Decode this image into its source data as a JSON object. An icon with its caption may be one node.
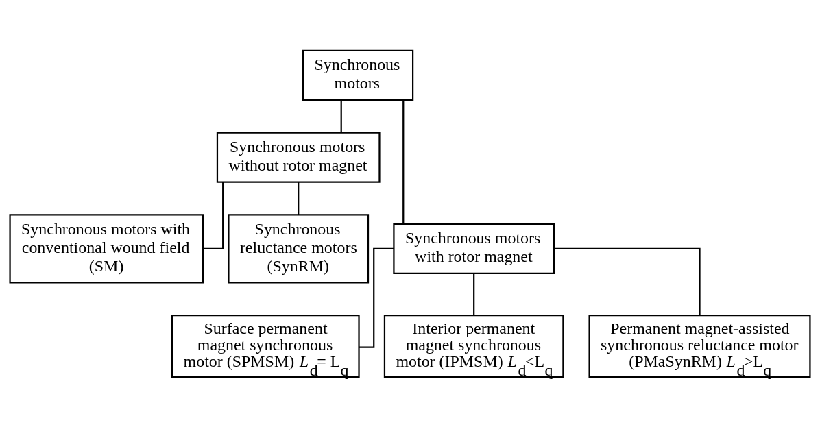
{
  "diagram": {
    "nodes": [
      {
        "text": [
          "Synchronous motors"
        ]
      },
      {
        "text": [
          "Synchronous motors without rotor magnet"
        ]
      },
      {
        "text": [
          "Synchronous motors with rotor magnet"
        ]
      },
      {
        "text": [
          "Synchronous motors with conventional wound field (SM)"
        ]
      },
      {
        "text": [
          "Synchronous reluctance motors (SynRM)"
        ]
      },
      {
        "text": [
          "Surface permanent magnet synchronous motor (SPMSM) *L*$_{d}$= L$_{q}$"
        ]
      },
      {
        "text": [
          "Interior permanent magnet synchronous motor (IPMSM) *L*$_{d}$<L$_{q}$"
        ]
      },
      {
        "text": [
          "Permanent magnet-assisted synchronous reluctance motor (PMaSynRM) *L*$_{d}$>L$_{q}$"
        ]
      }
    ],
    "edges": [
      {
        "from": 0,
        "to": 1,
        "arrow": "none"
      },
      {
        "from": 0,
        "to": 2,
        "arrow": "none"
      },
      {
        "from": 1,
        "to": 3,
        "arrow": "none"
      },
      {
        "from": 1,
        "to": 4,
        "arrow": "none"
      },
      {
        "from": 2,
        "to": 5,
        "arrow": "none"
      },
      {
        "from": 2,
        "to": 6,
        "arrow": "none"
      },
      {
        "from": 2,
        "to": 7,
        "arrow": "none"
      }
    ]
  }
}
